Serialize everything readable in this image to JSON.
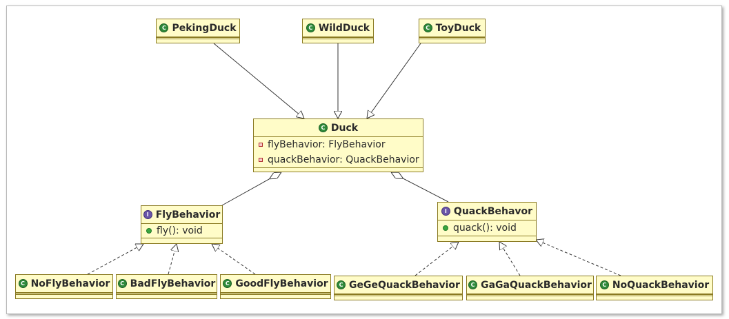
{
  "colors": {
    "box_fill": "#fffcc8",
    "box_border": "#8a7a22",
    "class_icon": "#2f8a3a",
    "interface_icon": "#6a55a8",
    "private_field": "#b03030",
    "public_method": "#3aa640"
  },
  "top_classes": [
    {
      "name": "PekingDuck",
      "icon": "class-icon"
    },
    {
      "name": "WildDuck",
      "icon": "class-icon"
    },
    {
      "name": "ToyDuck",
      "icon": "class-icon"
    }
  ],
  "duck": {
    "name": "Duck",
    "icon": "class-icon",
    "fields": [
      {
        "text": "flyBehavior: FlyBehavior",
        "visibility": "private"
      },
      {
        "text": "quackBehavior: QuackBehavior",
        "visibility": "private"
      }
    ]
  },
  "fly_behavior": {
    "name": "FlyBehavior",
    "icon": "interface-icon",
    "methods": [
      {
        "text": "fly(): void",
        "visibility": "public"
      }
    ]
  },
  "quack_behavior": {
    "name": "QuackBehavor",
    "icon": "interface-icon",
    "methods": [
      {
        "text": "quack(): void",
        "visibility": "public"
      }
    ]
  },
  "fly_impls": [
    {
      "name": "NoFlyBehavior"
    },
    {
      "name": "BadFlyBehavior"
    },
    {
      "name": "GoodFlyBehavior"
    }
  ],
  "quack_impls": [
    {
      "name": "GeGeQuackBehavior"
    },
    {
      "name": "GaGaQuackBehavior"
    },
    {
      "name": "NoQuackBehavior"
    }
  ]
}
